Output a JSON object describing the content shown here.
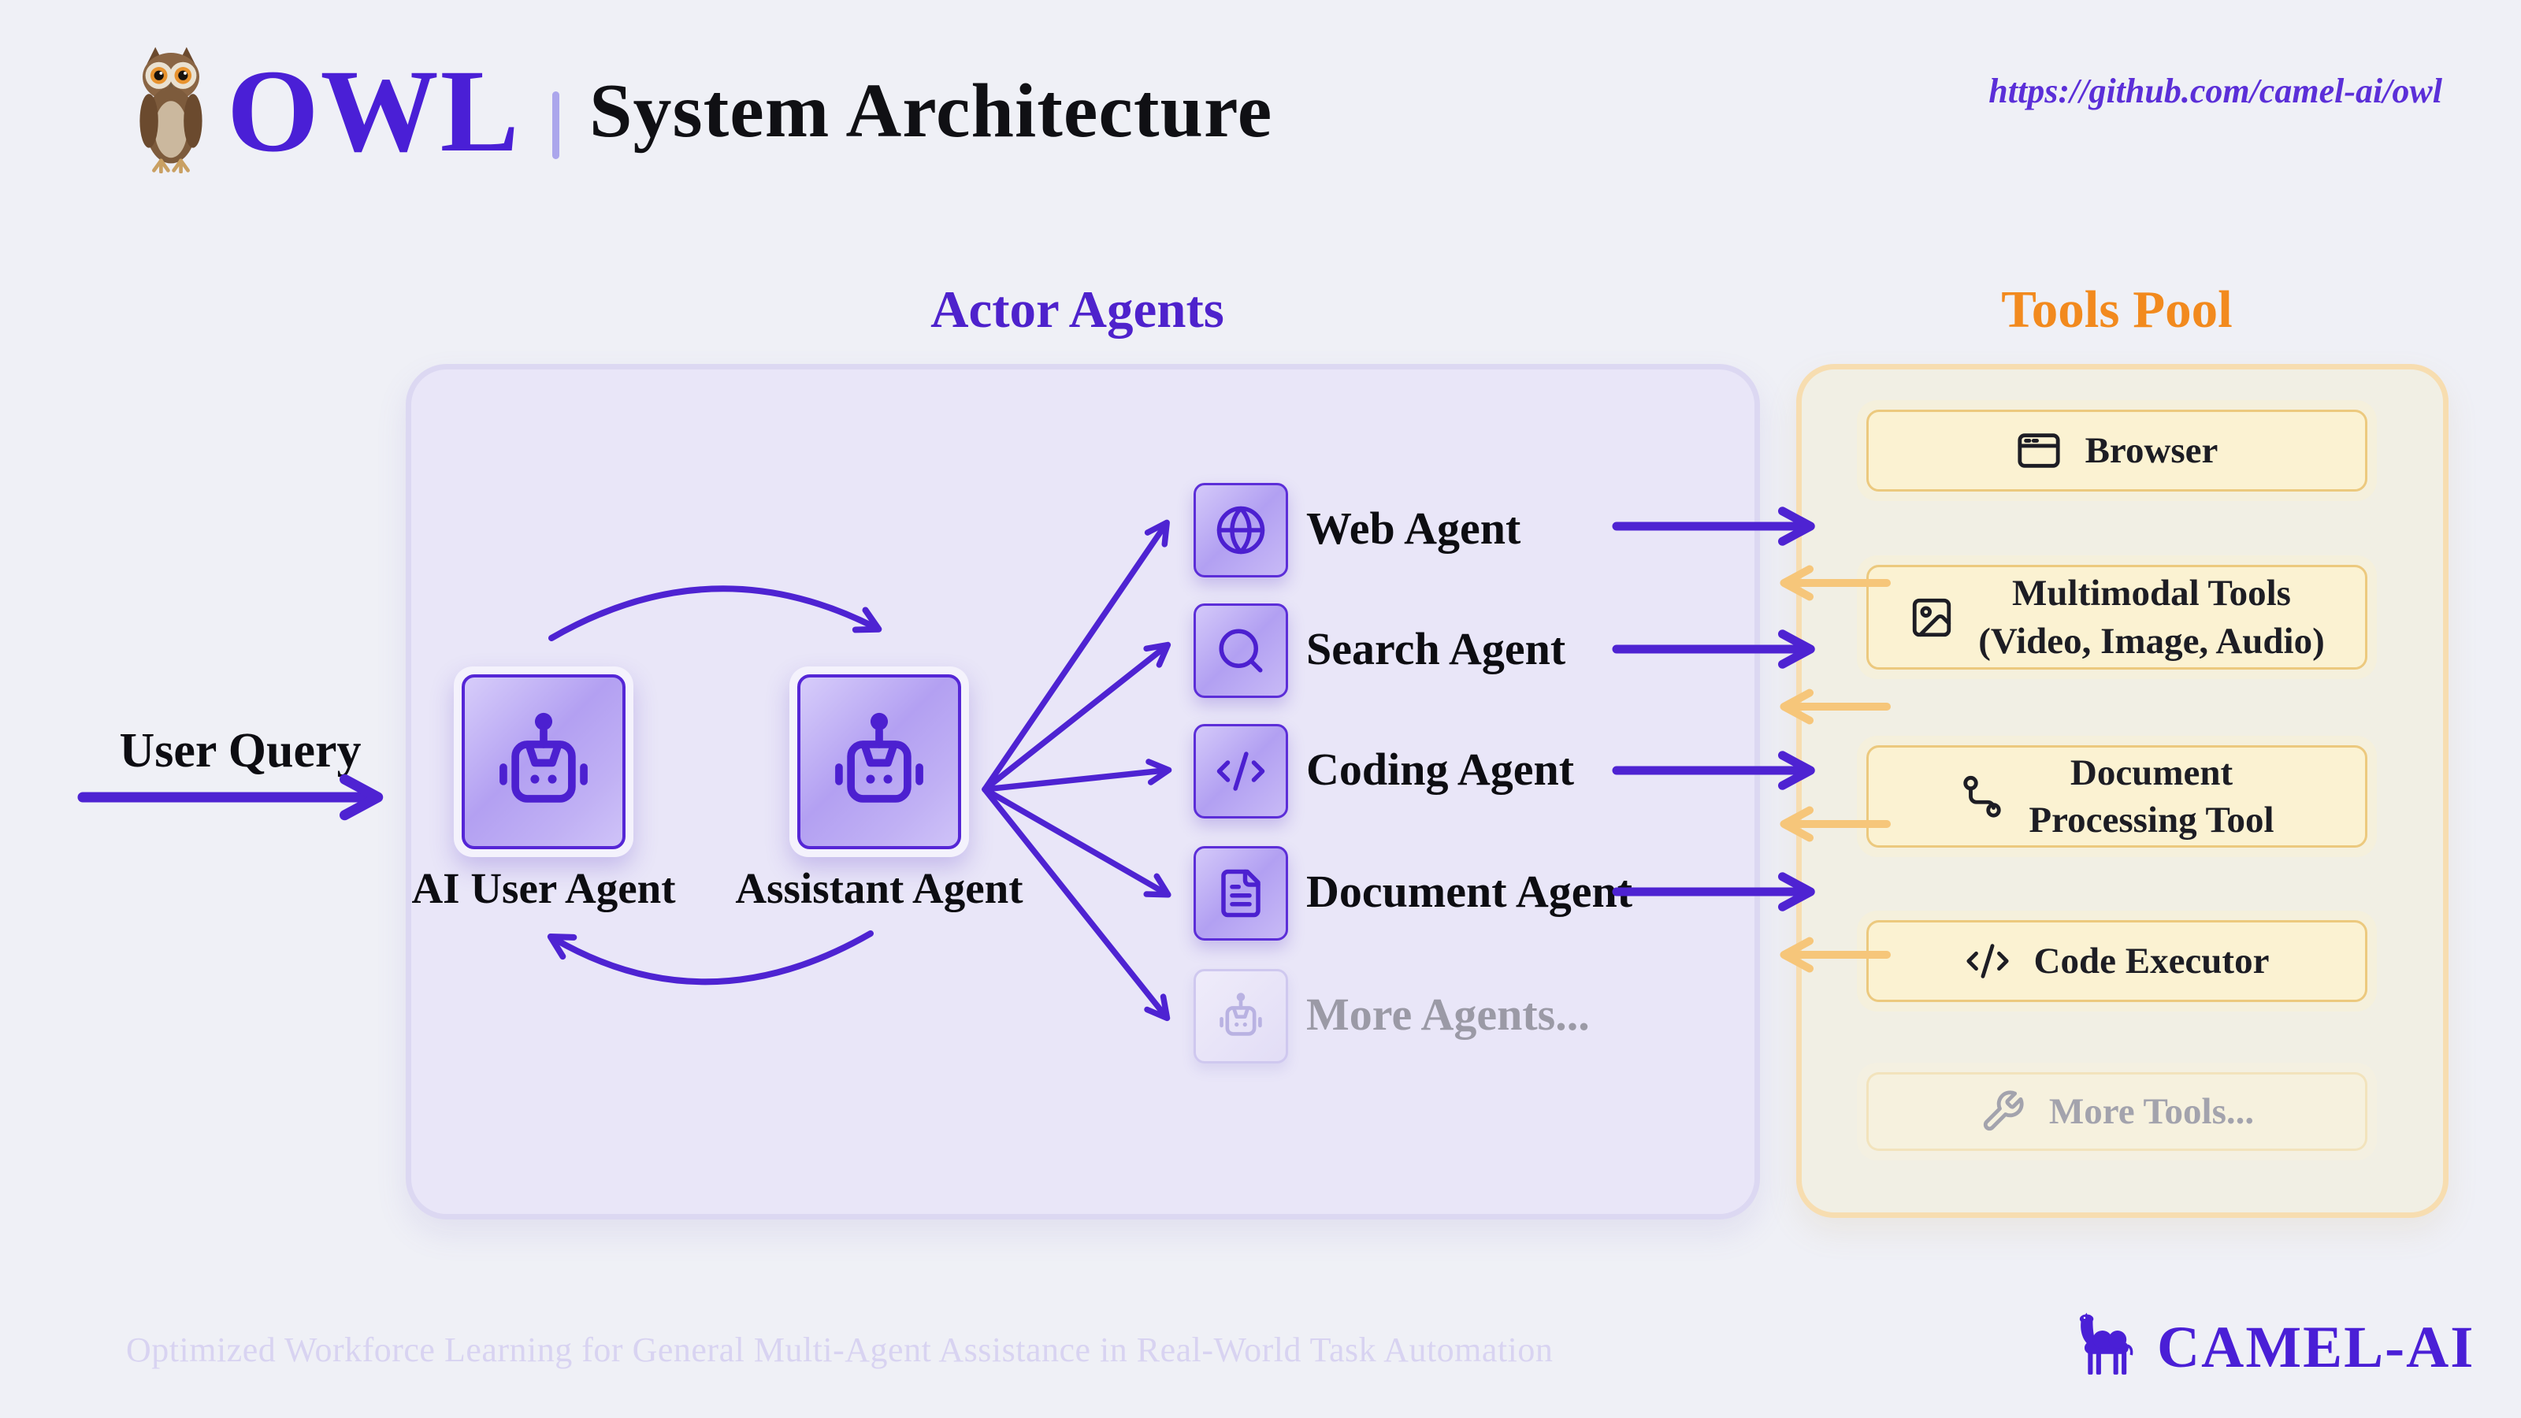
{
  "header": {
    "logo_text": "OWL",
    "title": "System Architecture",
    "link": "https://github.com/camel-ai/owl"
  },
  "actor_panel": {
    "heading": "Actor Agents",
    "user_query_label": "User Query",
    "core_agents": [
      {
        "label": "AI User Agent",
        "icon": "robot-icon"
      },
      {
        "label": "Assistant Agent",
        "icon": "robot-icon"
      }
    ],
    "agents": [
      {
        "label": "Web Agent",
        "icon": "globe-icon"
      },
      {
        "label": "Search Agent",
        "icon": "search-icon"
      },
      {
        "label": "Coding Agent",
        "icon": "code-icon"
      },
      {
        "label": "Document Agent",
        "icon": "file-text-icon"
      },
      {
        "label": "More Agents...",
        "icon": "robot-icon",
        "muted": true
      }
    ]
  },
  "tools_panel": {
    "heading": "Tools Pool",
    "tools": [
      {
        "line1": "Browser",
        "icon": "browser-window-icon"
      },
      {
        "line1": "Multimodal Tools",
        "line2": "(Video, Image, Audio)",
        "icon": "image-icon"
      },
      {
        "line1": "Document",
        "line2": "Processing Tool",
        "icon": "route-icon"
      },
      {
        "line1": "Code Executor",
        "icon": "code-icon"
      },
      {
        "line1": "More Tools...",
        "icon": "wrench-icon",
        "muted": true
      }
    ]
  },
  "footer": {
    "tagline": "Optimized Workforce Learning for General Multi-Agent Assistance in Real-World Task Automation",
    "brand": "CAMEL-AI"
  },
  "colors": {
    "accent_purple": "#4a1fd6",
    "arrow_purple": "#4e23d2",
    "heading_orange": "#f28a1e",
    "arrow_orange": "#f6c67a",
    "actor_panel_fill": "#e9e6f8",
    "tools_panel_fill": "#f1efe4",
    "tool_box_fill": "#fbf2d2",
    "tool_box_border": "#ecc97e",
    "background": "#eff0f6"
  }
}
